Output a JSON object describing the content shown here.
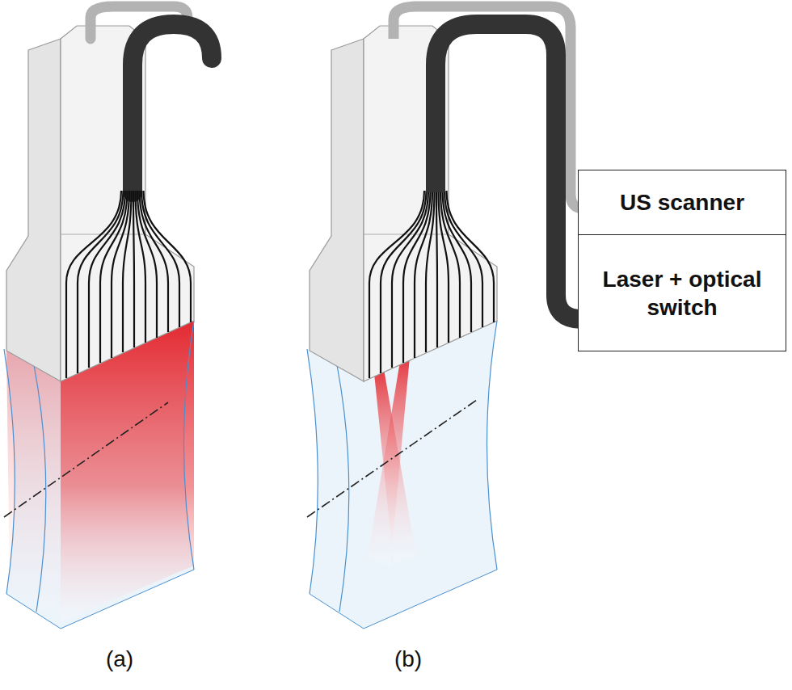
{
  "diagram": {
    "nodes": [
      {
        "text": [
          "US scanner"
        ]
      },
      {
        "text": [
          "Laser + optical switch"
        ]
      }
    ],
    "labels": [
      "(a)",
      "(b)"
    ]
  }
}
